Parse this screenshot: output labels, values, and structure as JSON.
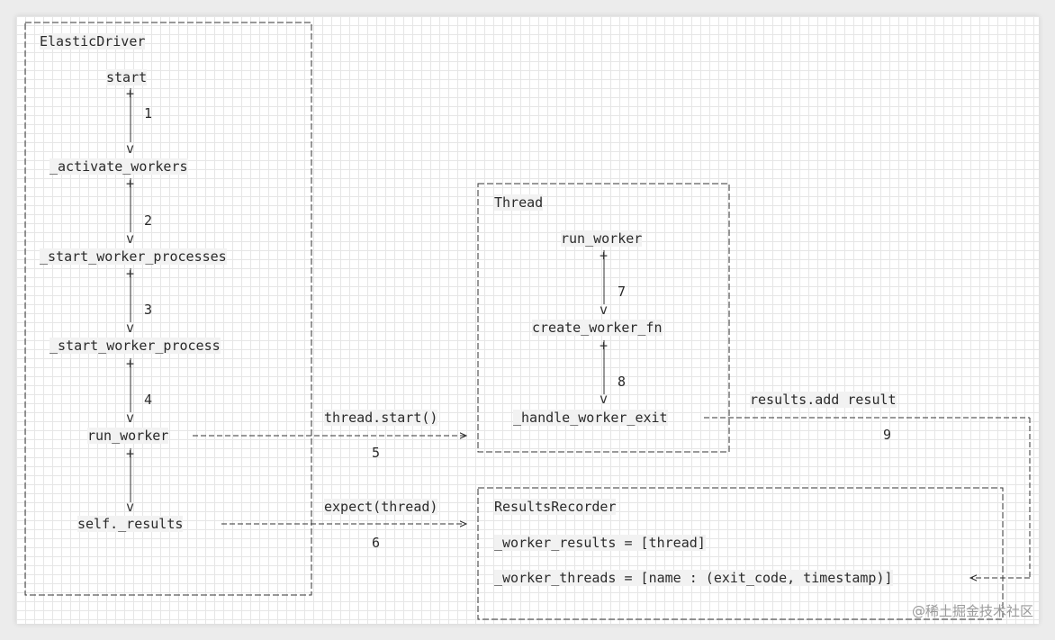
{
  "boxes": {
    "driver": {
      "title": "ElasticDriver"
    },
    "thread": {
      "title": "Thread"
    },
    "recorder": {
      "title": "ResultsRecorder"
    }
  },
  "driver_nodes": {
    "start": "start",
    "activate": "_activate_workers",
    "start_procs": "_start_worker_processes",
    "start_proc": "_start_worker_process",
    "run_worker": "run_worker",
    "self_results": "self._results"
  },
  "thread_nodes": {
    "run_worker": "run_worker",
    "create_fn": "create_worker_fn",
    "handle_exit": "_handle_worker_exit"
  },
  "recorder_fields": {
    "worker_results": "_worker_results = [thread]",
    "worker_threads": "_worker_threads = [name : (exit_code, timestamp)]"
  },
  "edges": {
    "e1": "1",
    "e2": "2",
    "e3": "3",
    "e4": "4",
    "e5": "5",
    "e6": "6",
    "e7": "7",
    "e8": "8",
    "e9": "9",
    "thread_start": "thread.start()",
    "expect_thread": "expect(thread)",
    "results_add": "results.add result"
  },
  "watermark": "@稀土掘金技术社区"
}
